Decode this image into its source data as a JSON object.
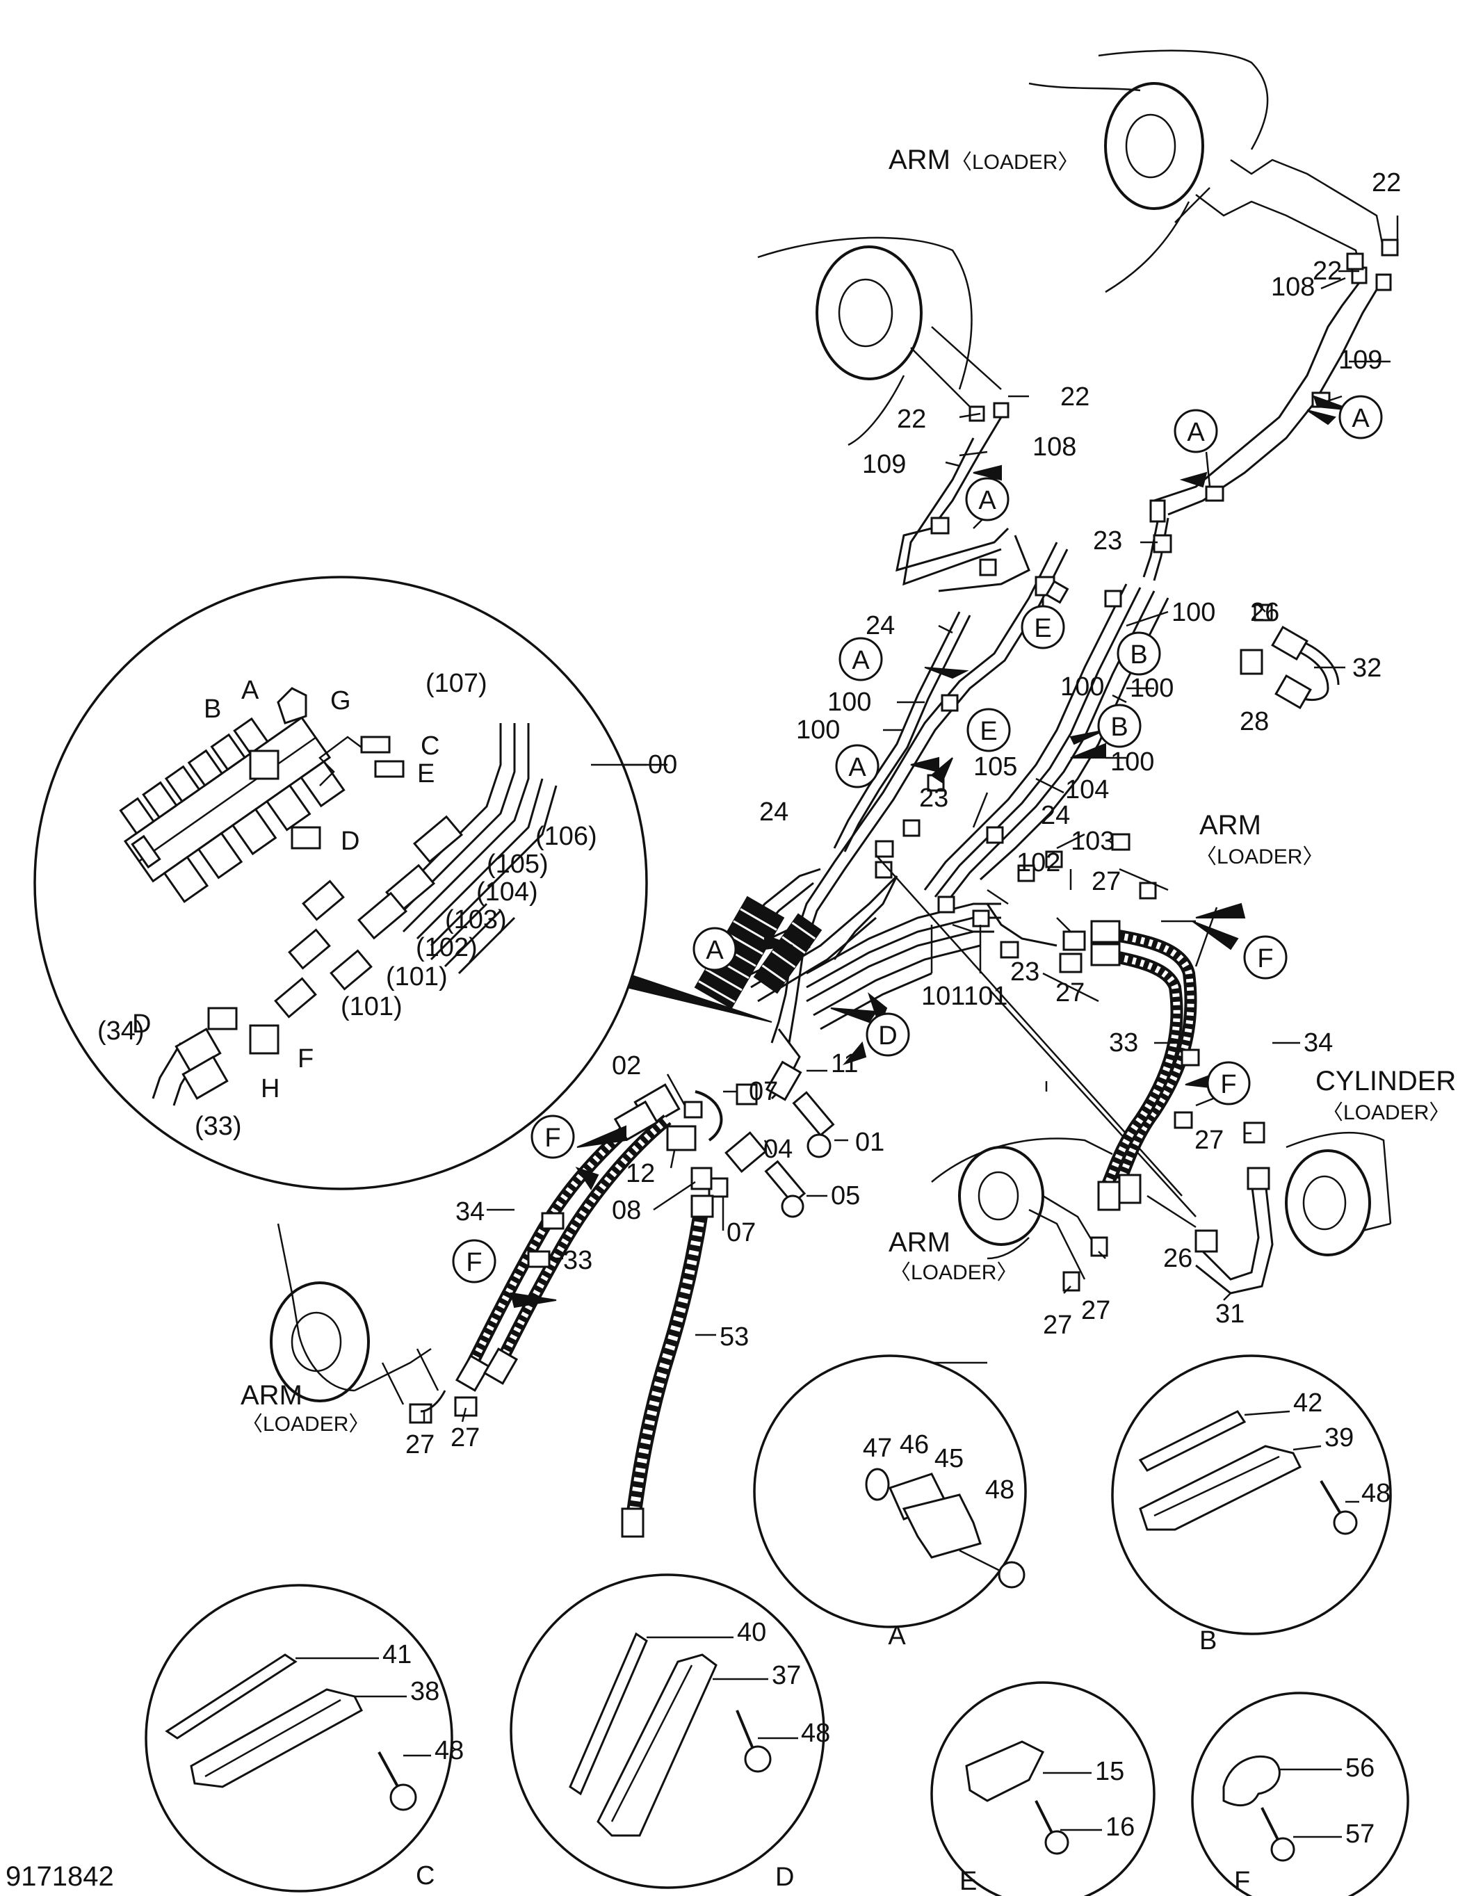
{
  "drawing_number": "9171842",
  "region_labels": {
    "arm_loader": "ARM",
    "loader_sub": "〈LOADER〉",
    "cylinder": "CYLINDER"
  },
  "callouts": {
    "A": "A",
    "B": "B",
    "C": "C",
    "D": "D",
    "E": "E",
    "F": "F",
    "G": "G",
    "H": "H"
  },
  "part_numbers": {
    "p00": "00",
    "p01": "01",
    "p02": "02",
    "p04": "04",
    "p05": "05",
    "p07": "07",
    "p08": "08",
    "p11": "11",
    "p12": "12",
    "p15": "15",
    "p16": "16",
    "p22": "22",
    "p23": "23",
    "p24": "24",
    "p26": "26",
    "p27": "27",
    "p28": "28",
    "p31": "31",
    "p32": "32",
    "p33": "33",
    "p34": "34",
    "p37": "37",
    "p38": "38",
    "p39": "39",
    "p40": "40",
    "p41": "41",
    "p42": "42",
    "p45": "45",
    "p46": "46",
    "p47": "47",
    "p48": "48",
    "p53": "53",
    "p56": "56",
    "p57": "57",
    "p100": "100",
    "p101": "101",
    "p102": "102",
    "p103": "103",
    "p104": "104",
    "p105": "105",
    "p108": "108",
    "p109": "109",
    "q33": "(33)",
    "q34": "(34)",
    "q101": "(101)",
    "q102": "(102)",
    "q103": "(103)",
    "q104": "(104)",
    "q105": "(105)",
    "q106": "(106)",
    "q107": "(107)"
  }
}
